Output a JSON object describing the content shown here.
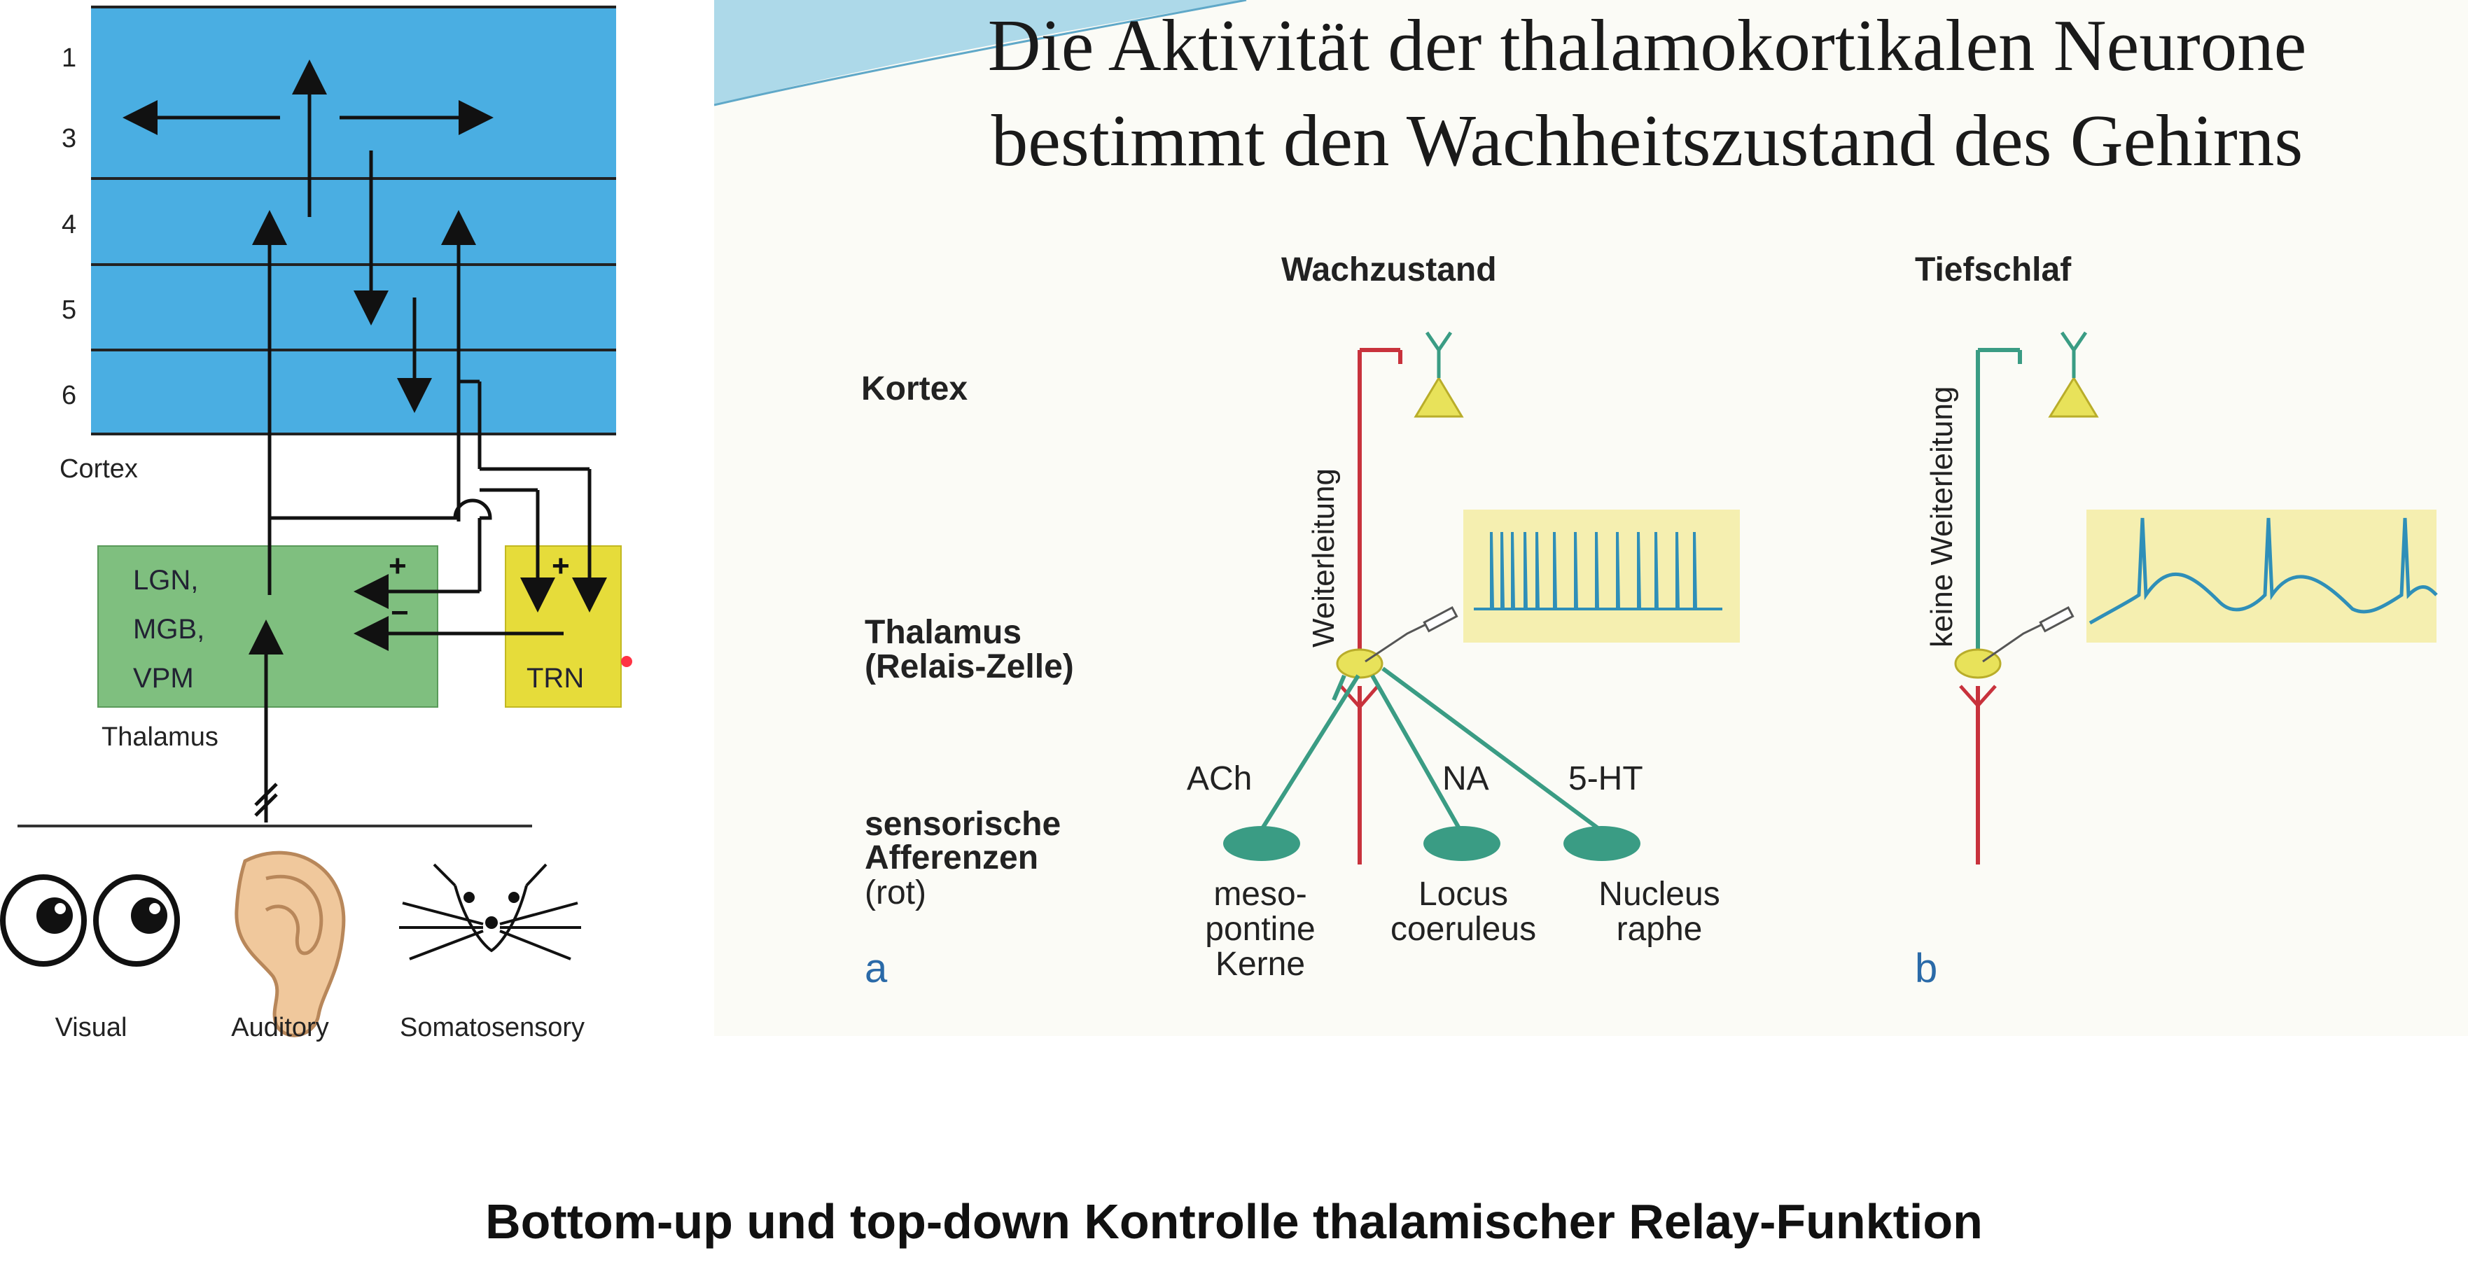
{
  "left": {
    "layers": [
      "1",
      "3",
      "4",
      "5",
      "6"
    ],
    "cortex_label": "Cortex",
    "thalamus_box": [
      "LGN,",
      "MGB,",
      "VPM"
    ],
    "thalamus_label": "Thalamus",
    "trn_label": "TRN",
    "plus_sign": "+",
    "minus_sign": "−",
    "senses": [
      "Visual",
      "Auditory",
      "Somatosensory"
    ]
  },
  "right": {
    "title_line1": "Die Aktivität der thalamokortikalen Neurone",
    "title_line2": "bestimmt den Wachheitszustand des Gehirns",
    "row_labels": {
      "kortex": "Kortex",
      "thalamus_1": "Thalamus",
      "thalamus_2": "(Relais-Zelle)",
      "sens_1": "sensorische",
      "sens_2": "Afferenzen",
      "sens_3": "(rot)"
    },
    "panel_a": {
      "header": "Wachzustand",
      "vertical_label": "Weiterleitung",
      "transmitters": [
        "ACh",
        "NA",
        "5-HT"
      ],
      "nuclei": [
        [
          "meso-",
          "pontine",
          "Kerne"
        ],
        [
          "Locus",
          "coeruleus"
        ],
        [
          "Nucleus",
          "raphe"
        ]
      ],
      "letter": "a"
    },
    "panel_b": {
      "header": "Tiefschlaf",
      "vertical_label": "keine Weiterleitung",
      "letter": "b"
    }
  },
  "caption": "Bottom-up und top-down Kontrolle thalamischer Relay-Funktion",
  "colors": {
    "cortex_blue": "#4aaee2",
    "thalamus_green": "#7fbf7f",
    "trn_yellow": "#e6dc3a",
    "neuron_red": "#c8323c",
    "neuron_teal": "#3a9c84",
    "trace_bg": "#f5efb0",
    "trace_line": "#2f8fb8",
    "panel_letter": "#2a6aa8"
  }
}
